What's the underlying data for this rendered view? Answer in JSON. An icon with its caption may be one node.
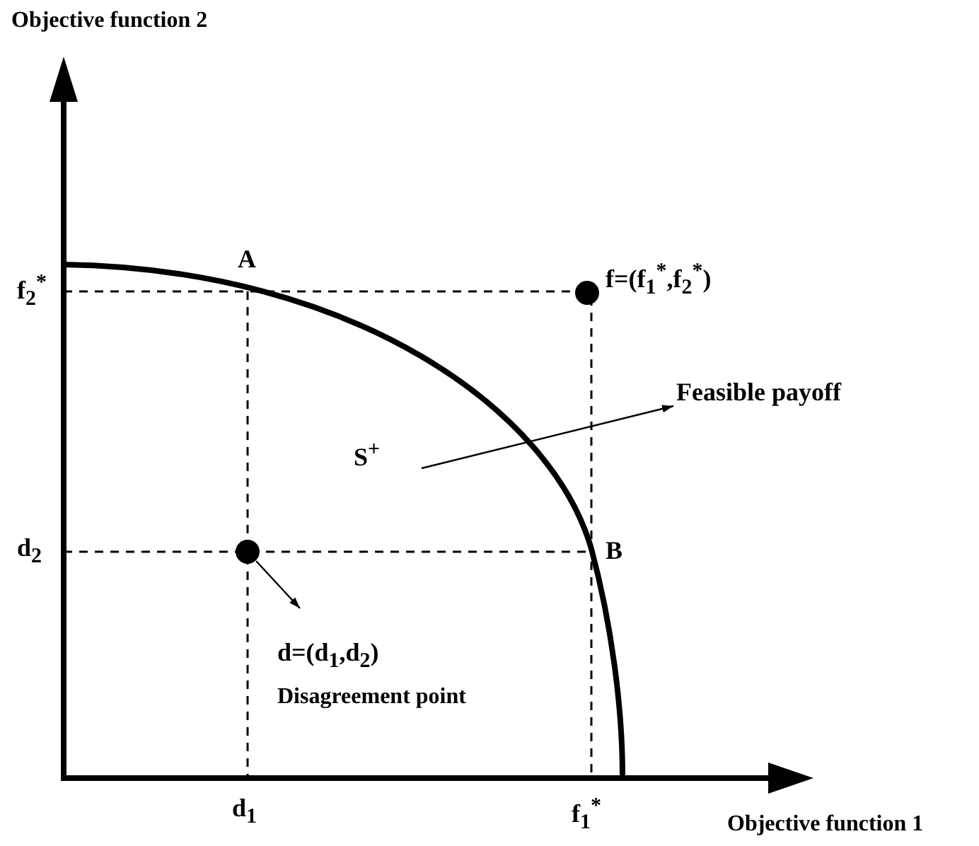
{
  "diagram": {
    "nodes": [
      {
        "text": [],
        "shape": "circle",
        "beside": [
          "f=(f$_{1}$$^{*}$,f$_{2}$$^{*}$)"
        ]
      },
      {
        "text": [],
        "shape": "circle"
      },
      {
        "text": [
          "d=(d$_{1}$,d$_{2}$)",
          "Disagreement point"
        ]
      },
      {
        "text": [
          "S$^{+}$"
        ]
      },
      {
        "text": [
          "Feasible payoff"
        ]
      }
    ],
    "edges": [
      {
        "from": 1,
        "to": 2,
        "arrow": "to"
      },
      {
        "from": 3,
        "to": 4,
        "arrow": "to"
      }
    ],
    "labels": [
      "Objective function 2",
      "A",
      "f$_{2}$$^{*}$",
      "B",
      "d$_{2}$",
      "d$_{1}$",
      "f$_{1}$$^{*}$",
      "Objective function 1"
    ]
  }
}
